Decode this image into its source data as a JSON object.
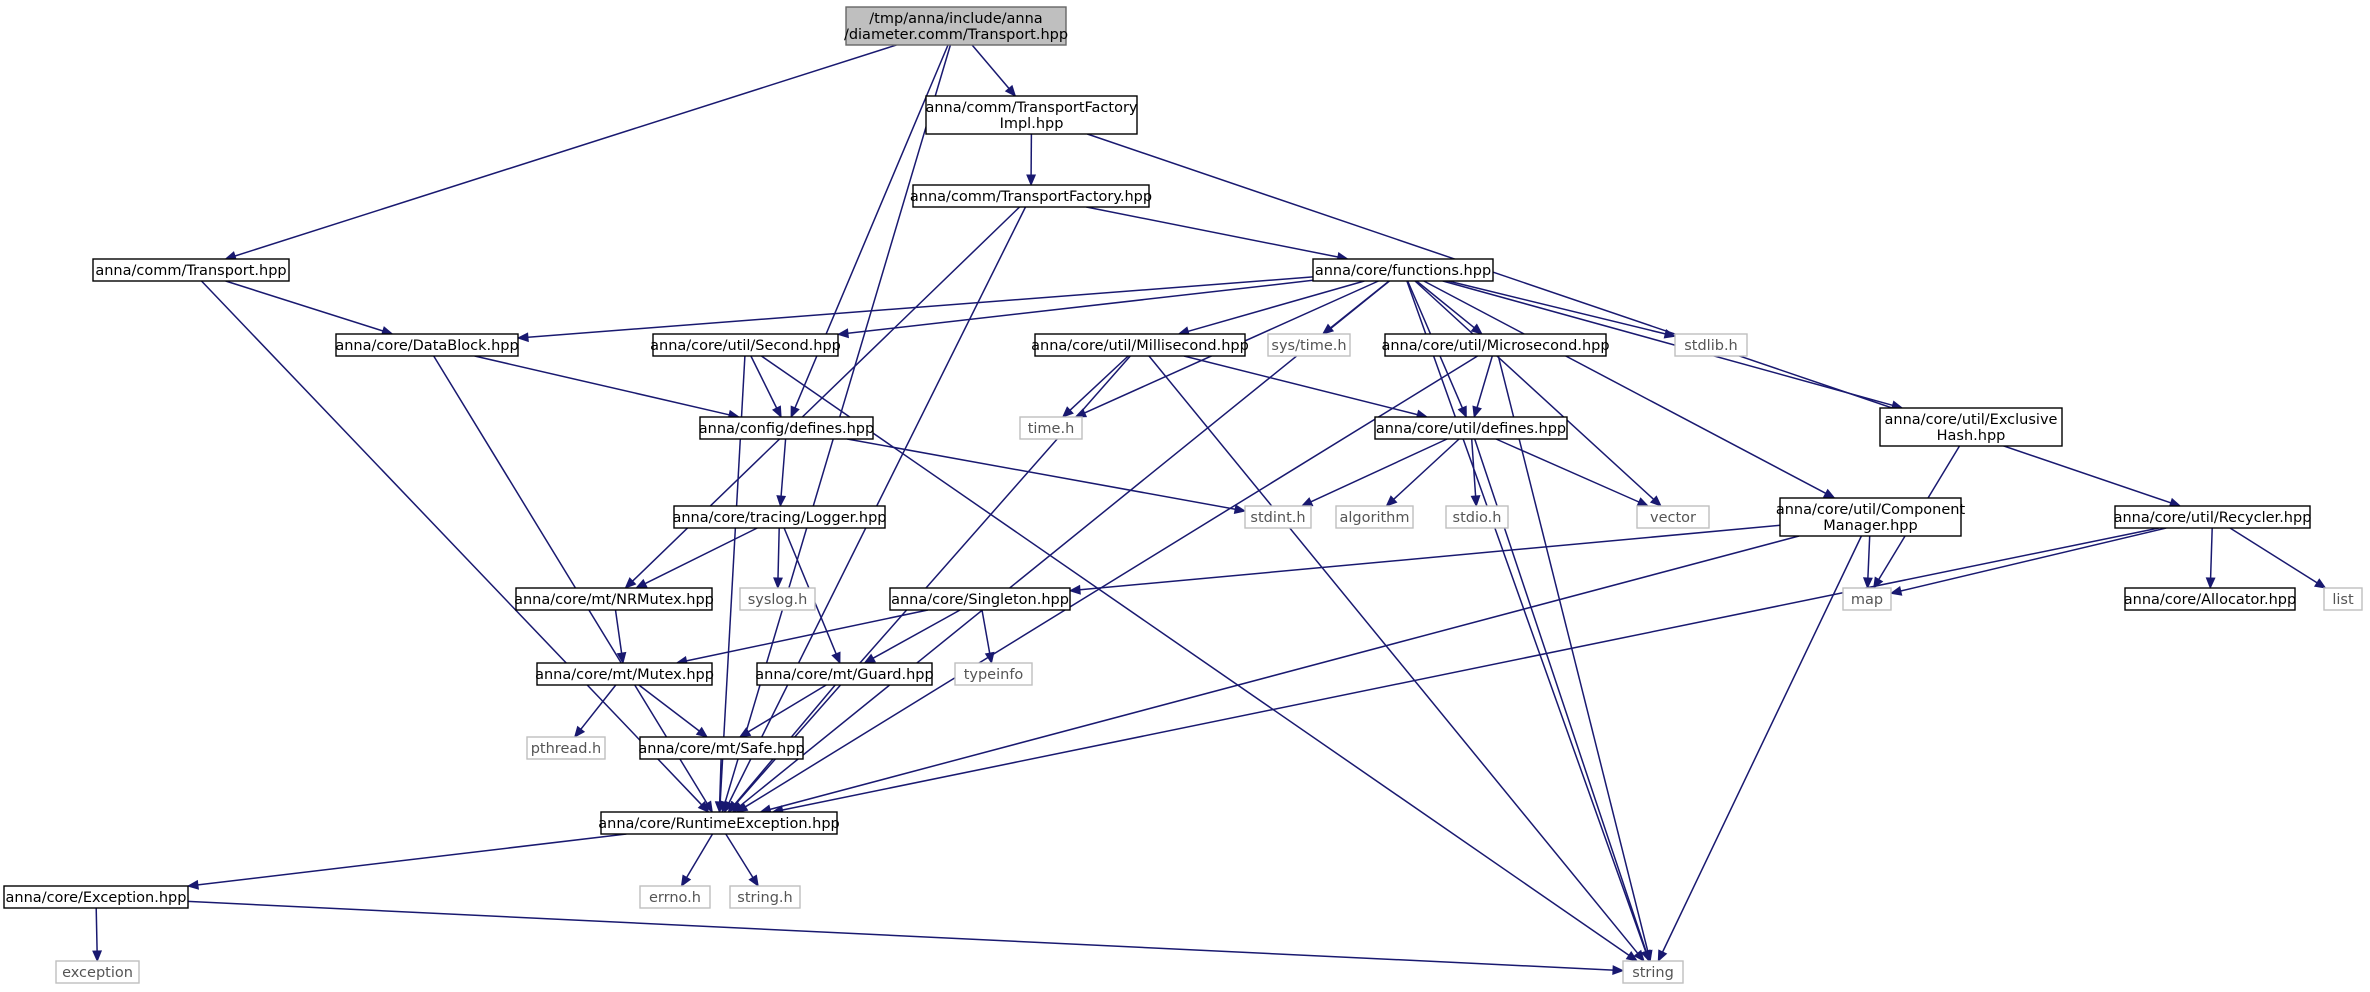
{
  "nodes": {
    "root": {
      "lines": [
        "/tmp/anna/include/anna",
        "/diameter.comm/Transport.hpp"
      ],
      "kind": "root"
    },
    "tfimpl": {
      "lines": [
        "anna/comm/TransportFactory",
        "Impl.hpp"
      ],
      "kind": "file"
    },
    "tf": {
      "lines": [
        "anna/comm/TransportFactory.hpp"
      ],
      "kind": "file"
    },
    "transport": {
      "lines": [
        "anna/comm/Transport.hpp"
      ],
      "kind": "file"
    },
    "functions": {
      "lines": [
        "anna/core/functions.hpp"
      ],
      "kind": "file"
    },
    "datablock": {
      "lines": [
        "anna/core/DataBlock.hpp"
      ],
      "kind": "file"
    },
    "second": {
      "lines": [
        "anna/core/util/Second.hpp"
      ],
      "kind": "file"
    },
    "milli": {
      "lines": [
        "anna/core/util/Millisecond.hpp"
      ],
      "kind": "file"
    },
    "systime": {
      "lines": [
        "sys/time.h"
      ],
      "kind": "sys"
    },
    "micro": {
      "lines": [
        "anna/core/util/Microsecond.hpp"
      ],
      "kind": "file"
    },
    "stdlib": {
      "lines": [
        "stdlib.h"
      ],
      "kind": "sys"
    },
    "cfgdefines": {
      "lines": [
        "anna/config/defines.hpp"
      ],
      "kind": "file"
    },
    "timeh": {
      "lines": [
        "time.h"
      ],
      "kind": "sys"
    },
    "utildefines": {
      "lines": [
        "anna/core/util/defines.hpp"
      ],
      "kind": "file"
    },
    "exhash": {
      "lines": [
        "anna/core/util/Exclusive",
        "Hash.hpp"
      ],
      "kind": "file"
    },
    "logger": {
      "lines": [
        "anna/core/tracing/Logger.hpp"
      ],
      "kind": "file"
    },
    "stdint": {
      "lines": [
        "stdint.h"
      ],
      "kind": "sys"
    },
    "algorithm": {
      "lines": [
        "algorithm"
      ],
      "kind": "sys"
    },
    "stdio": {
      "lines": [
        "stdio.h"
      ],
      "kind": "sys"
    },
    "vector": {
      "lines": [
        "vector"
      ],
      "kind": "sys"
    },
    "compmgr": {
      "lines": [
        "anna/core/util/Component",
        "Manager.hpp"
      ],
      "kind": "file"
    },
    "recycler": {
      "lines": [
        "anna/core/util/Recycler.hpp"
      ],
      "kind": "file"
    },
    "nrmutex": {
      "lines": [
        "anna/core/mt/NRMutex.hpp"
      ],
      "kind": "file"
    },
    "syslog": {
      "lines": [
        "syslog.h"
      ],
      "kind": "sys"
    },
    "singleton": {
      "lines": [
        "anna/core/Singleton.hpp"
      ],
      "kind": "file"
    },
    "map": {
      "lines": [
        "map"
      ],
      "kind": "sys"
    },
    "allocator": {
      "lines": [
        "anna/core/Allocator.hpp"
      ],
      "kind": "file"
    },
    "list": {
      "lines": [
        "list"
      ],
      "kind": "sys"
    },
    "mutex": {
      "lines": [
        "anna/core/mt/Mutex.hpp"
      ],
      "kind": "file"
    },
    "guard": {
      "lines": [
        "anna/core/mt/Guard.hpp"
      ],
      "kind": "file"
    },
    "typeinfo": {
      "lines": [
        "typeinfo"
      ],
      "kind": "sys"
    },
    "pthread": {
      "lines": [
        "pthread.h"
      ],
      "kind": "sys"
    },
    "safe": {
      "lines": [
        "anna/core/mt/Safe.hpp"
      ],
      "kind": "file"
    },
    "rtexc": {
      "lines": [
        "anna/core/RuntimeException.hpp"
      ],
      "kind": "file"
    },
    "exception_hpp": {
      "lines": [
        "anna/core/Exception.hpp"
      ],
      "kind": "file"
    },
    "errno": {
      "lines": [
        "errno.h"
      ],
      "kind": "sys"
    },
    "stringh": {
      "lines": [
        "string.h"
      ],
      "kind": "sys"
    },
    "exception": {
      "lines": [
        "exception"
      ],
      "kind": "sys"
    },
    "string": {
      "lines": [
        "string"
      ],
      "kind": "sys"
    }
  },
  "edges": [
    [
      "root",
      "transport"
    ],
    [
      "root",
      "tfimpl"
    ],
    [
      "root",
      "cfgdefines"
    ],
    [
      "root",
      "rtexc"
    ],
    [
      "tfimpl",
      "tf"
    ],
    [
      "tfimpl",
      "recycler"
    ],
    [
      "tf",
      "functions"
    ],
    [
      "tf",
      "nrmutex"
    ],
    [
      "tf",
      "rtexc"
    ],
    [
      "transport",
      "datablock"
    ],
    [
      "transport",
      "rtexc"
    ],
    [
      "functions",
      "datablock"
    ],
    [
      "functions",
      "second"
    ],
    [
      "functions",
      "milli"
    ],
    [
      "functions",
      "systime"
    ],
    [
      "functions",
      "micro"
    ],
    [
      "functions",
      "stdlib"
    ],
    [
      "functions",
      "timeh"
    ],
    [
      "functions",
      "utildefines"
    ],
    [
      "functions",
      "exhash"
    ],
    [
      "functions",
      "vector"
    ],
    [
      "functions",
      "compmgr"
    ],
    [
      "functions",
      "string"
    ],
    [
      "functions",
      "rtexc"
    ],
    [
      "datablock",
      "cfgdefines"
    ],
    [
      "datablock",
      "rtexc"
    ],
    [
      "second",
      "cfgdefines"
    ],
    [
      "second",
      "rtexc"
    ],
    [
      "second",
      "string"
    ],
    [
      "milli",
      "timeh"
    ],
    [
      "milli",
      "utildefines"
    ],
    [
      "milli",
      "rtexc"
    ],
    [
      "milli",
      "string"
    ],
    [
      "micro",
      "utildefines"
    ],
    [
      "micro",
      "rtexc"
    ],
    [
      "micro",
      "string"
    ],
    [
      "cfgdefines",
      "logger"
    ],
    [
      "cfgdefines",
      "stdint"
    ],
    [
      "utildefines",
      "stdint"
    ],
    [
      "utildefines",
      "algorithm"
    ],
    [
      "utildefines",
      "stdio"
    ],
    [
      "utildefines",
      "vector"
    ],
    [
      "utildefines",
      "string"
    ],
    [
      "exhash",
      "map"
    ],
    [
      "logger",
      "nrmutex"
    ],
    [
      "logger",
      "syslog"
    ],
    [
      "logger",
      "guard"
    ],
    [
      "compmgr",
      "singleton"
    ],
    [
      "compmgr",
      "map"
    ],
    [
      "compmgr",
      "rtexc"
    ],
    [
      "compmgr",
      "string"
    ],
    [
      "recycler",
      "map"
    ],
    [
      "recycler",
      "allocator"
    ],
    [
      "recycler",
      "list"
    ],
    [
      "recycler",
      "rtexc"
    ],
    [
      "nrmutex",
      "mutex"
    ],
    [
      "singleton",
      "mutex"
    ],
    [
      "singleton",
      "guard"
    ],
    [
      "singleton",
      "typeinfo"
    ],
    [
      "mutex",
      "pthread"
    ],
    [
      "mutex",
      "safe"
    ],
    [
      "guard",
      "safe"
    ],
    [
      "guard",
      "rtexc"
    ],
    [
      "safe",
      "rtexc"
    ],
    [
      "rtexc",
      "exception_hpp"
    ],
    [
      "rtexc",
      "errno"
    ],
    [
      "rtexc",
      "stringh"
    ],
    [
      "exception_hpp",
      "exception"
    ],
    [
      "exception_hpp",
      "string"
    ]
  ],
  "colors": {
    "edge": "#191970",
    "node_border": "#000000",
    "system_border": "#bfbfbf",
    "root_fill": "#bfbfbf"
  }
}
